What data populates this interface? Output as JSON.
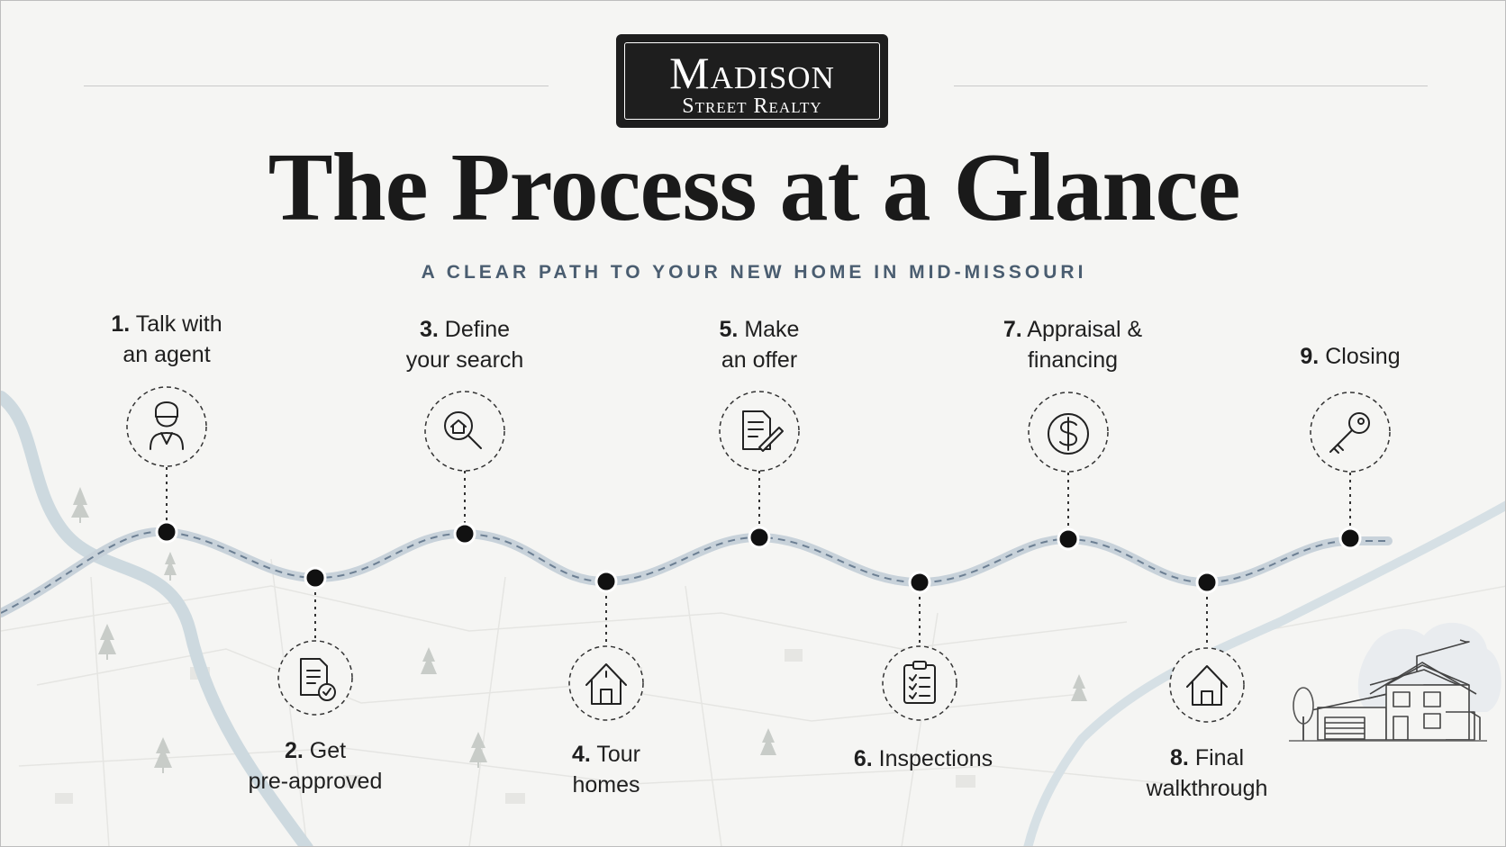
{
  "brand": {
    "name_line1": "Madison",
    "name_line2": "Street Realty"
  },
  "title": "The Process at a Glance",
  "subtitle": "A CLEAR PATH TO YOUR NEW HOME IN MID-MISSOURI",
  "colors": {
    "ink": "#1c1c1c",
    "path_blue": "#6c7f93",
    "river": "#c9d6dd",
    "subtitle": "#4a5d70"
  },
  "steps": [
    {
      "num": "1.",
      "line1": "Talk with",
      "line2": "an agent",
      "icon": "agent-icon"
    },
    {
      "num": "2.",
      "line1": "Get",
      "line2": "pre-approved",
      "icon": "document-check-icon"
    },
    {
      "num": "3.",
      "line1": "Define",
      "line2": "your search",
      "icon": "home-search-icon"
    },
    {
      "num": "4.",
      "line1": "Tour",
      "line2": "homes",
      "icon": "house-icon"
    },
    {
      "num": "5.",
      "line1": "Make",
      "line2": "an offer",
      "icon": "contract-pen-icon"
    },
    {
      "num": "6.",
      "line1": "Inspections",
      "line2": "",
      "icon": "clipboard-checklist-icon"
    },
    {
      "num": "7.",
      "line1": "Appraisal &",
      "line2": "financing",
      "icon": "dollar-icon"
    },
    {
      "num": "8.",
      "line1": "Final",
      "line2": "walkthrough",
      "icon": "house-door-icon"
    },
    {
      "num": "9.",
      "line1": "Closing",
      "line2": "",
      "icon": "key-icon"
    }
  ]
}
